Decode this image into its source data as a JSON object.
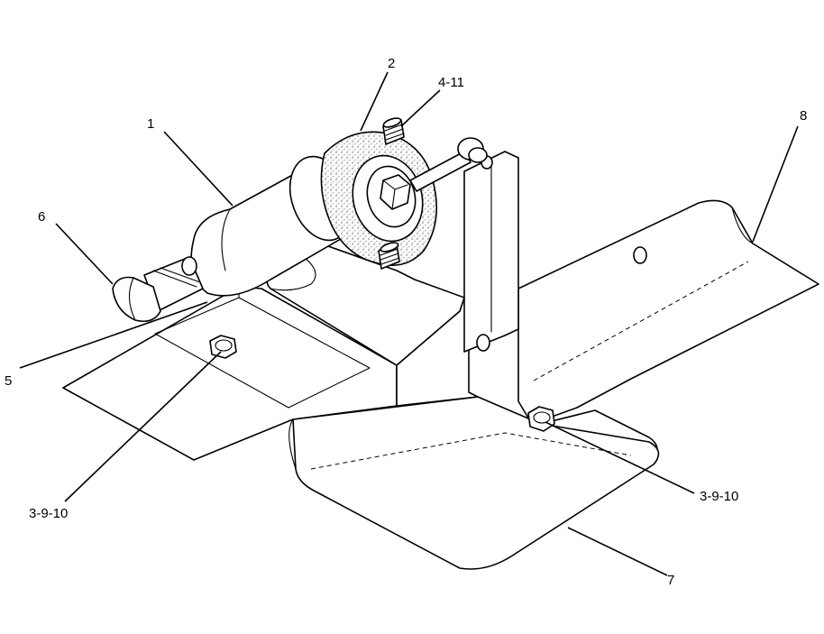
{
  "callouts": {
    "c1": "1",
    "c2": "2",
    "c4_11": "4-11",
    "c8": "8",
    "c6": "6",
    "c5": "5",
    "c3_9_10_left": "3-9-10",
    "c3_9_10_right": "3-9-10",
    "c7": "7"
  }
}
